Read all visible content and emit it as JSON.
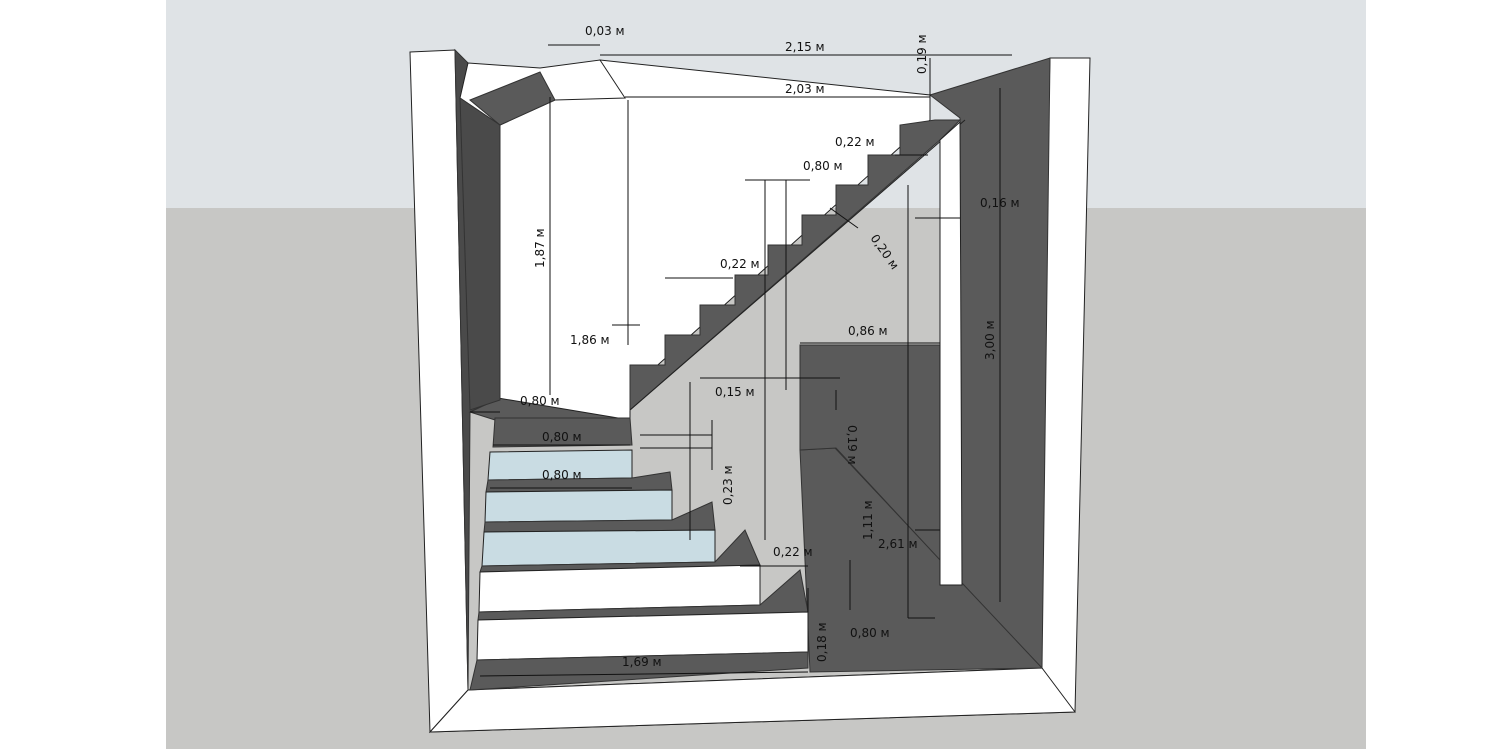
{
  "colors": {
    "sky": "#dfe3e6",
    "ground": "#c7c7c5",
    "concrete_dark": "#595959",
    "wall": "#ffffff",
    "riser_blue": "#c9dce3"
  },
  "dimensions": {
    "d_003": "0,03 м",
    "d_215": "2,15 м",
    "d_019_top": "0,19 м",
    "d_203": "2,03 м",
    "d_022_top": "0,22 м",
    "d_080_top": "0,80 м",
    "d_016": "0,16 м",
    "d_020": "0,20 м",
    "d_187": "1,87 м",
    "d_022_mid": "0,22 м",
    "d_086": "0,86 м",
    "d_300": "3,00 м",
    "d_186": "1,86 м",
    "d_015": "0,15 м",
    "d_080_landing": "0,80 м",
    "d_019_mid": "0,19 м",
    "d_080_step1": "0,80 м",
    "d_080_step2": "0,80 м",
    "d_023": "0,23 м",
    "d_111": "1,11 м",
    "d_261": "2,61 м",
    "d_022_low": "0,22 м",
    "d_018": "0,18 м",
    "d_080_bottom": "0,80 м",
    "d_169": "1,69 м"
  }
}
